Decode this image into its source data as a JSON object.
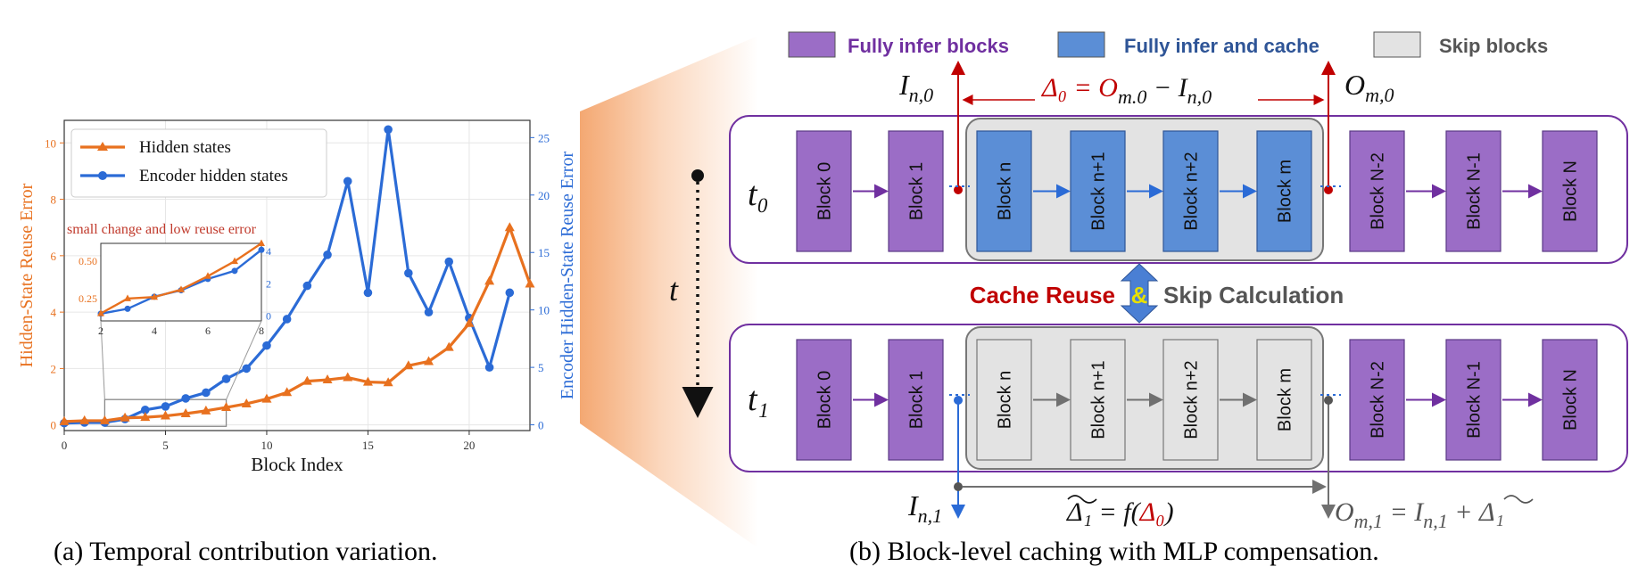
{
  "figure": {
    "caption_a": "(a) Temporal contribution variation.",
    "caption_b": "(b) Block-level caching with MLP compensation."
  },
  "colors": {
    "hidden": "#e8711f",
    "encoder": "#2b6bd6",
    "purple": "#9b6dc6",
    "purple_text": "#7030a0",
    "blue_block": "#5b8ed6",
    "blue_text": "#2f5597",
    "gray_block": "#e3e3e3",
    "red": "#c00000",
    "panel_border": "#7030a0"
  },
  "chart_data": {
    "type": "line",
    "xlabel": "Block Index",
    "ylabel_left": "Hidden-State Reuse Error",
    "ylabel_right": "Encoder Hidden-State Reuse Error",
    "x": [
      0,
      1,
      2,
      3,
      4,
      5,
      6,
      7,
      8,
      9,
      10,
      11,
      12,
      13,
      14,
      15,
      16,
      17,
      18,
      19,
      20,
      21,
      22,
      23
    ],
    "xlim": [
      0,
      23
    ],
    "xticks": [
      0,
      5,
      10,
      15,
      20
    ],
    "ylim_left": [
      -0.2,
      10.8
    ],
    "yticks_left": [
      0,
      2,
      4,
      6,
      8,
      10
    ],
    "ylim_right": [
      -0.5,
      26.5
    ],
    "yticks_right": [
      0,
      5,
      10,
      15,
      20,
      25
    ],
    "grid": true,
    "legend_position": "top-left",
    "series": [
      {
        "name": "Hidden states",
        "axis": "left",
        "marker": "triangle",
        "values": [
          0.12,
          0.15,
          0.15,
          0.25,
          0.27,
          0.32,
          0.4,
          0.5,
          0.62,
          0.75,
          0.92,
          1.15,
          1.55,
          1.6,
          1.68,
          1.52,
          1.5,
          2.1,
          2.25,
          2.75,
          3.6,
          5.1,
          7.0,
          5.0
        ]
      },
      {
        "name": "Encoder hidden states",
        "axis": "right",
        "marker": "circle",
        "values": [
          0.15,
          0.2,
          0.2,
          0.5,
          1.3,
          1.6,
          2.3,
          2.8,
          4.0,
          4.9,
          6.9,
          9.2,
          12.1,
          14.8,
          21.2,
          11.5,
          25.7,
          13.2,
          9.8,
          14.2,
          9.3,
          5.0,
          11.5,
          null
        ]
      }
    ],
    "inset": {
      "title": "small change and low reuse error",
      "x": [
        2,
        3,
        4,
        5,
        6,
        7,
        8
      ],
      "xticks": [
        2,
        4,
        6,
        8
      ],
      "xlim": [
        2,
        8
      ],
      "ylim_left": [
        0.1,
        0.62
      ],
      "yticks_left": [
        0.25,
        0.5
      ],
      "ylim_right": [
        -0.3,
        4.5
      ],
      "yticks_right": [
        0,
        2,
        4
      ],
      "hidden": [
        0.15,
        0.25,
        0.26,
        0.31,
        0.4,
        0.5,
        0.62
      ],
      "encoder": [
        0.15,
        0.45,
        1.2,
        1.6,
        2.3,
        2.8,
        4.1
      ]
    }
  },
  "diagram": {
    "legend": {
      "full": "Fully infer blocks",
      "cache": "Fully infer and cache",
      "skip": "Skip blocks"
    },
    "time_label": "t",
    "t0_label": "t₀",
    "t1_label": "t₁",
    "top_in_label": "I",
    "top_in_sub": "n,0",
    "top_out_label": "O",
    "top_out_sub": "m,0",
    "delta0_eq": "Δ₀ = O",
    "delta0_sub1": "m.0",
    "delta0_tail": " − I",
    "delta0_sub2": "n,0",
    "middle_left": "Cache Reuse",
    "middle_amp": "&",
    "middle_right": "Skip Calculation",
    "bottom_in_label": "I",
    "bottom_in_sub": "n,1",
    "bottom_delta_eq": "Δ₁ = f(",
    "bottom_delta_arg": "Δ₀",
    "bottom_delta_close": ")",
    "bottom_out_eq": "O",
    "bottom_out_sub": "m,1",
    "bottom_out_mid": " = I",
    "bottom_out_sub2": "n,1",
    "bottom_out_tail": " + Δ₁",
    "row_blocks": [
      {
        "label": "Block 0",
        "kind": "full"
      },
      {
        "label": "Block 1",
        "kind": "full"
      },
      {
        "label": "Block n",
        "kind": "mid"
      },
      {
        "label": "Block n+1",
        "kind": "mid"
      },
      {
        "label": "Block n+2",
        "kind": "mid"
      },
      {
        "label": "Block m",
        "kind": "mid"
      },
      {
        "label": "Block N-2",
        "kind": "full"
      },
      {
        "label": "Block N-1",
        "kind": "full"
      },
      {
        "label": "Block N",
        "kind": "full"
      }
    ]
  }
}
